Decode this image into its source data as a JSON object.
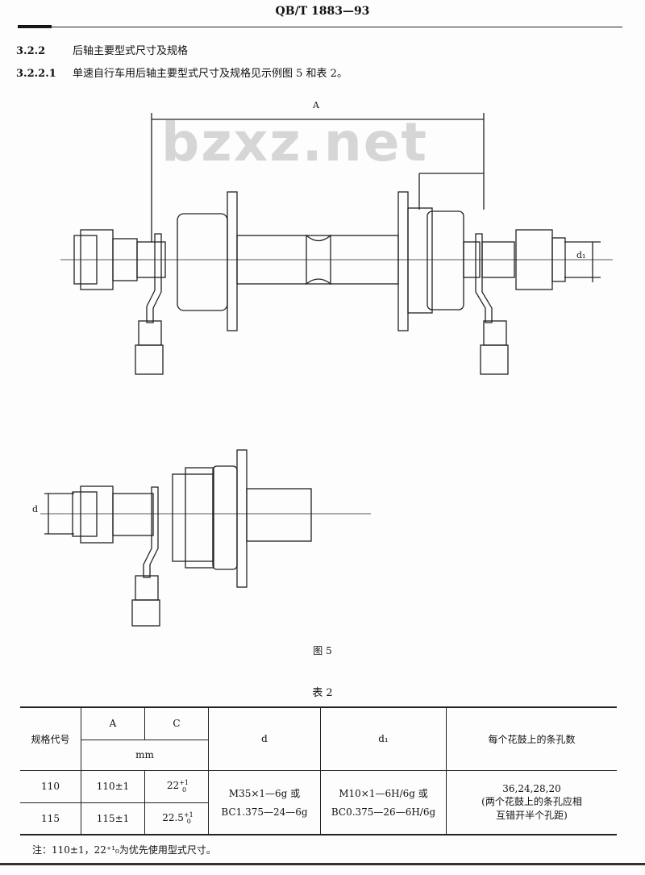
{
  "header": {
    "standard_number": "QB/T 1883—93"
  },
  "section": {
    "number": "3.2.2",
    "title": "后轴主要型式尺寸及规格"
  },
  "clause": {
    "number": "3.2.2.1",
    "text": "单速自行车用后轴主要型式尺寸及规格见示例图 5 和表 2。"
  },
  "watermark": "bzxz.net",
  "figure": {
    "dim_labels": {
      "A": "A",
      "d": "d",
      "d1": "d₁"
    },
    "caption": "图 5"
  },
  "table": {
    "caption": "表 2",
    "headers": {
      "code": "规格代号",
      "A": "A",
      "C": "C",
      "unit": "mm",
      "d": "d",
      "d1": "d₁",
      "holes": "每个花鼓上的条孔数"
    },
    "rows": [
      {
        "code": "110",
        "A": "110±1",
        "C": "22",
        "C_tol_upper": "+1",
        "C_tol_lower": "0"
      },
      {
        "code": "115",
        "A": "115±1",
        "C": "22.5",
        "C_tol_upper": "+1",
        "C_tol_lower": "0"
      }
    ],
    "d_line1": "M35×1—6g 或",
    "d_line2": "BC1.375—24—6g",
    "d1_line1": "M10×1—6H/6g 或",
    "d1_line2": "BC0.375—26—6H/6g",
    "holes_line1": "36,24,28,20",
    "holes_line2": "(两个花鼓上的条孔应相",
    "holes_line3": "互错开半个孔距)"
  },
  "note": "注：110±1，22⁺¹₀为优先使用型式尺寸。"
}
